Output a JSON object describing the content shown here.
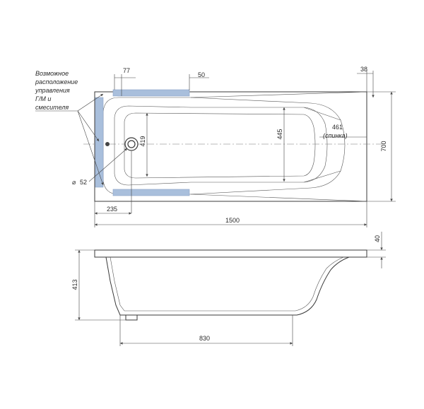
{
  "note": {
    "lines": [
      "Возможное",
      "расположение",
      "управления",
      "Г/М и",
      "смесителя"
    ]
  },
  "dimensions": {
    "d77": "77",
    "d50": "50",
    "d38": "38",
    "d419": "419",
    "d445": "445",
    "d461": "461",
    "d461_note": "(спинка)",
    "d700": "700",
    "d52": "52",
    "d235": "235",
    "d1500": "1500",
    "d40": "40",
    "d413": "413",
    "d830": "830"
  },
  "symbols": {
    "diameter": "⌀"
  },
  "colors": {
    "zone": "#a9bfdc",
    "line": "#3a3a3a"
  }
}
